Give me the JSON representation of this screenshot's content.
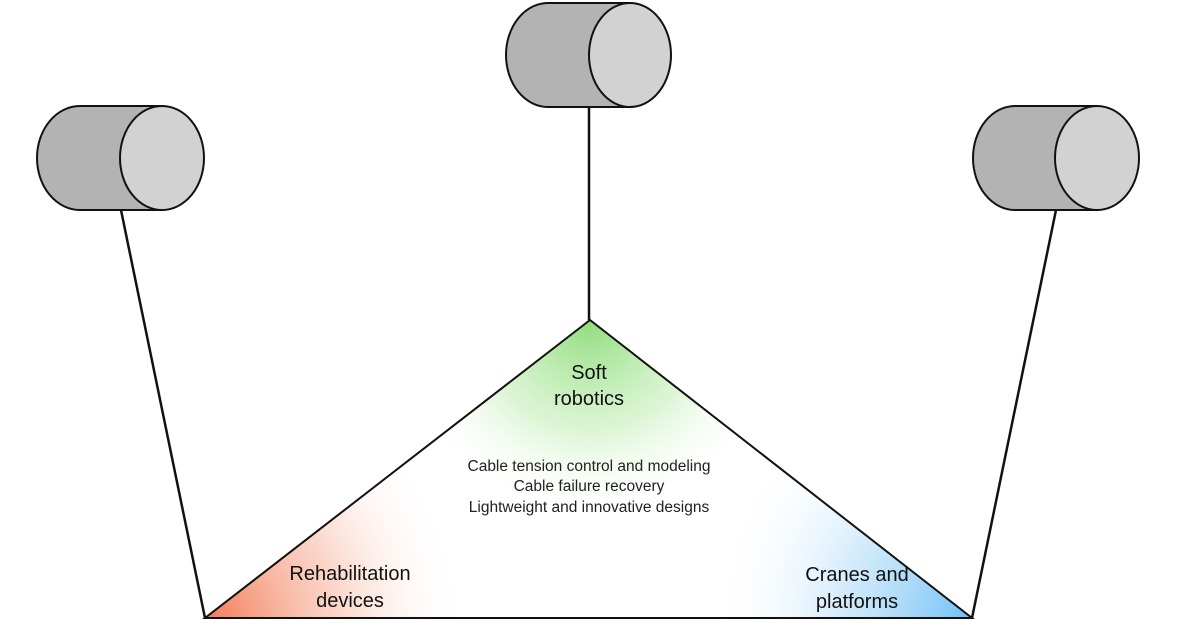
{
  "nodes": {
    "top": {
      "line1": "Soft",
      "line2": "robotics",
      "color": "#9be28a"
    },
    "left": {
      "line1": "Rehabilitation",
      "line2": "devices",
      "color": "#f4805e"
    },
    "right": {
      "line1": "Cranes and",
      "line2": "platforms",
      "color": "#7cc6f5"
    }
  },
  "center_topics": [
    "Cable tension control and modeling",
    "Cable failure recovery",
    "Lightweight and innovative designs"
  ],
  "colors": {
    "cylinder_body": "#b3b3b3",
    "cylinder_face": "#d2d2d2",
    "stroke": "#111111"
  }
}
